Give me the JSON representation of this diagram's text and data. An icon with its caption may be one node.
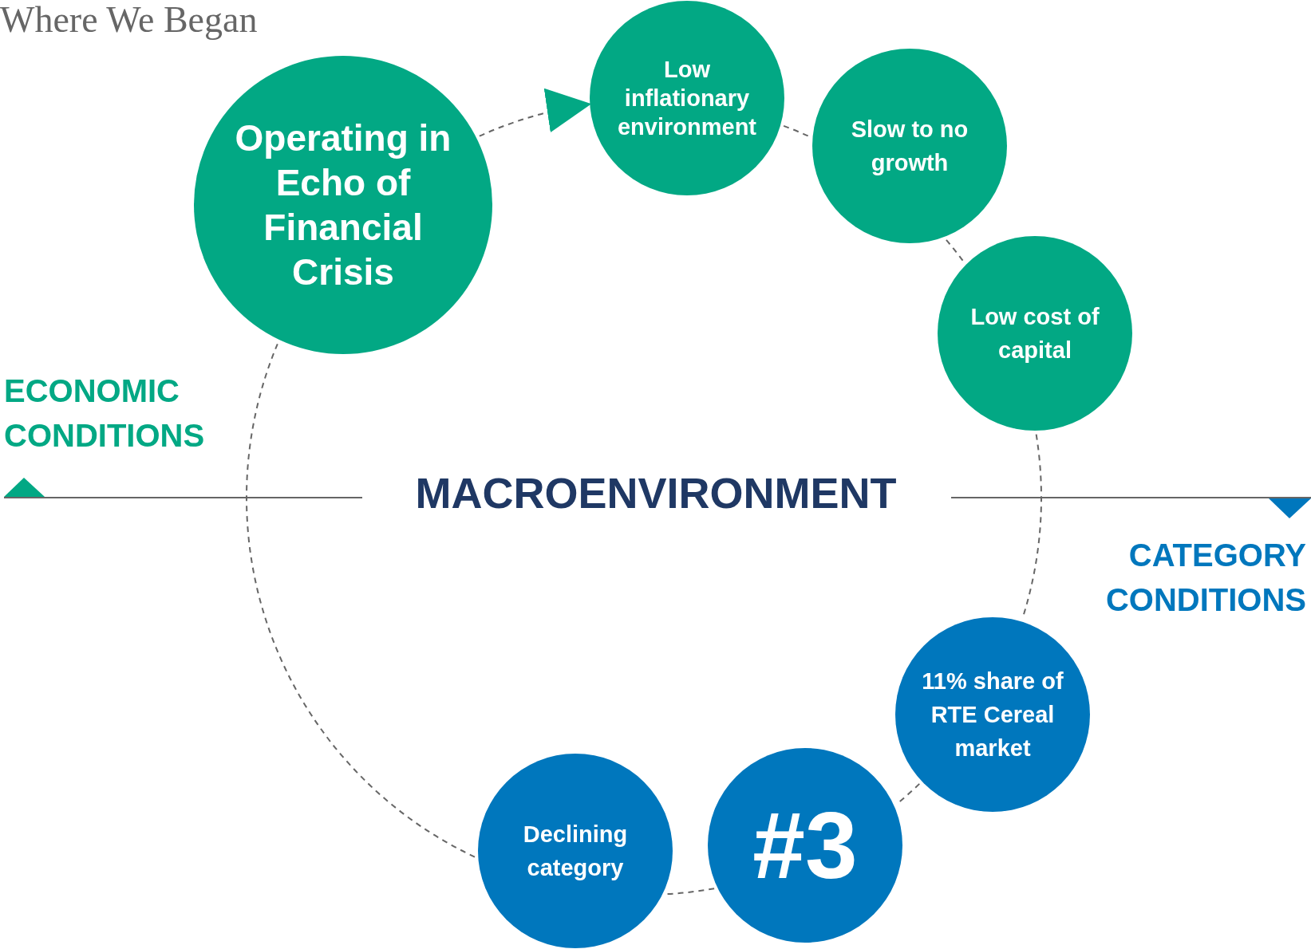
{
  "diagram": {
    "title": "Where We Began",
    "nodes": [
      {
        "text": [
          "Operating in Echo of Financial Crisis"
        ]
      },
      {
        "text": [
          "Low inflationary environment"
        ]
      },
      {
        "text": [
          "Slow to no growth"
        ]
      },
      {
        "text": [
          "Low cost of capital"
        ]
      },
      {
        "text": [
          "11% share of RTE Cereal market"
        ]
      },
      {
        "text": [
          "#3"
        ]
      },
      {
        "text": [
          "Declining category"
        ]
      }
    ],
    "edges": [
      {
        "from": 0,
        "to": 1,
        "arrow": "to",
        "style": "dashed"
      },
      {
        "from": 1,
        "to": 2,
        "arrow": "none",
        "style": "dashed"
      },
      {
        "from": 2,
        "to": 3,
        "arrow": "none",
        "style": "dashed"
      },
      {
        "from": 3,
        "to": 4,
        "arrow": "none",
        "style": "dashed"
      },
      {
        "from": 4,
        "to": 5,
        "arrow": "none",
        "style": "dashed"
      },
      {
        "from": 5,
        "to": 6,
        "arrow": "none",
        "style": "dashed"
      },
      {
        "from": 6,
        "to": 0,
        "arrow": "none",
        "style": "dashed"
      }
    ],
    "labels": [
      "ECONOMIC CONDITIONS",
      "MACROENVIRONMENT",
      "CATEGORY CONDITIONS"
    ]
  }
}
